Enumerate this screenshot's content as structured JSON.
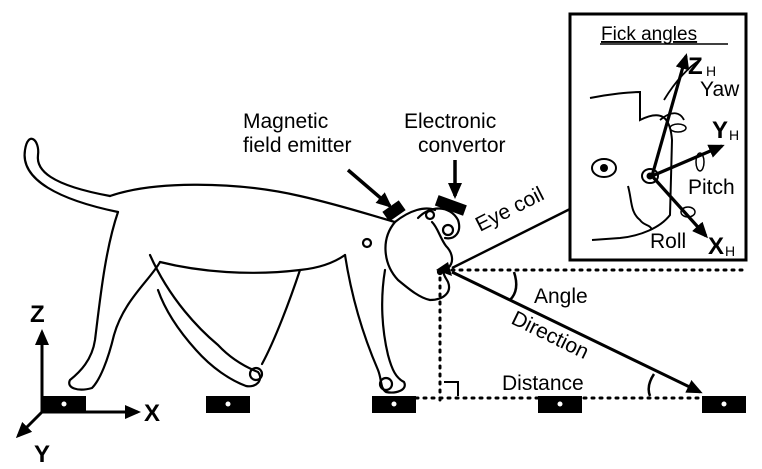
{
  "labels": {
    "emitter_line1": "Magnetic",
    "emitter_line2": "field emitter",
    "convertor_line1": "Electronic",
    "convertor_line2": "convertor",
    "eye_coil": "Eye coil",
    "angle": "Angle",
    "direction": "Direction",
    "distance": "Distance"
  },
  "inset": {
    "title": "Fick angles",
    "z_axis": "Z",
    "y_axis": "Y",
    "x_axis": "X",
    "subscript": "H",
    "yaw": "Yaw",
    "pitch": "Pitch",
    "roll": "Roll"
  },
  "world_axes": {
    "z": "Z",
    "x": "X",
    "y": "Y"
  },
  "colors": {
    "ink": "#000000",
    "background": "#ffffff"
  }
}
